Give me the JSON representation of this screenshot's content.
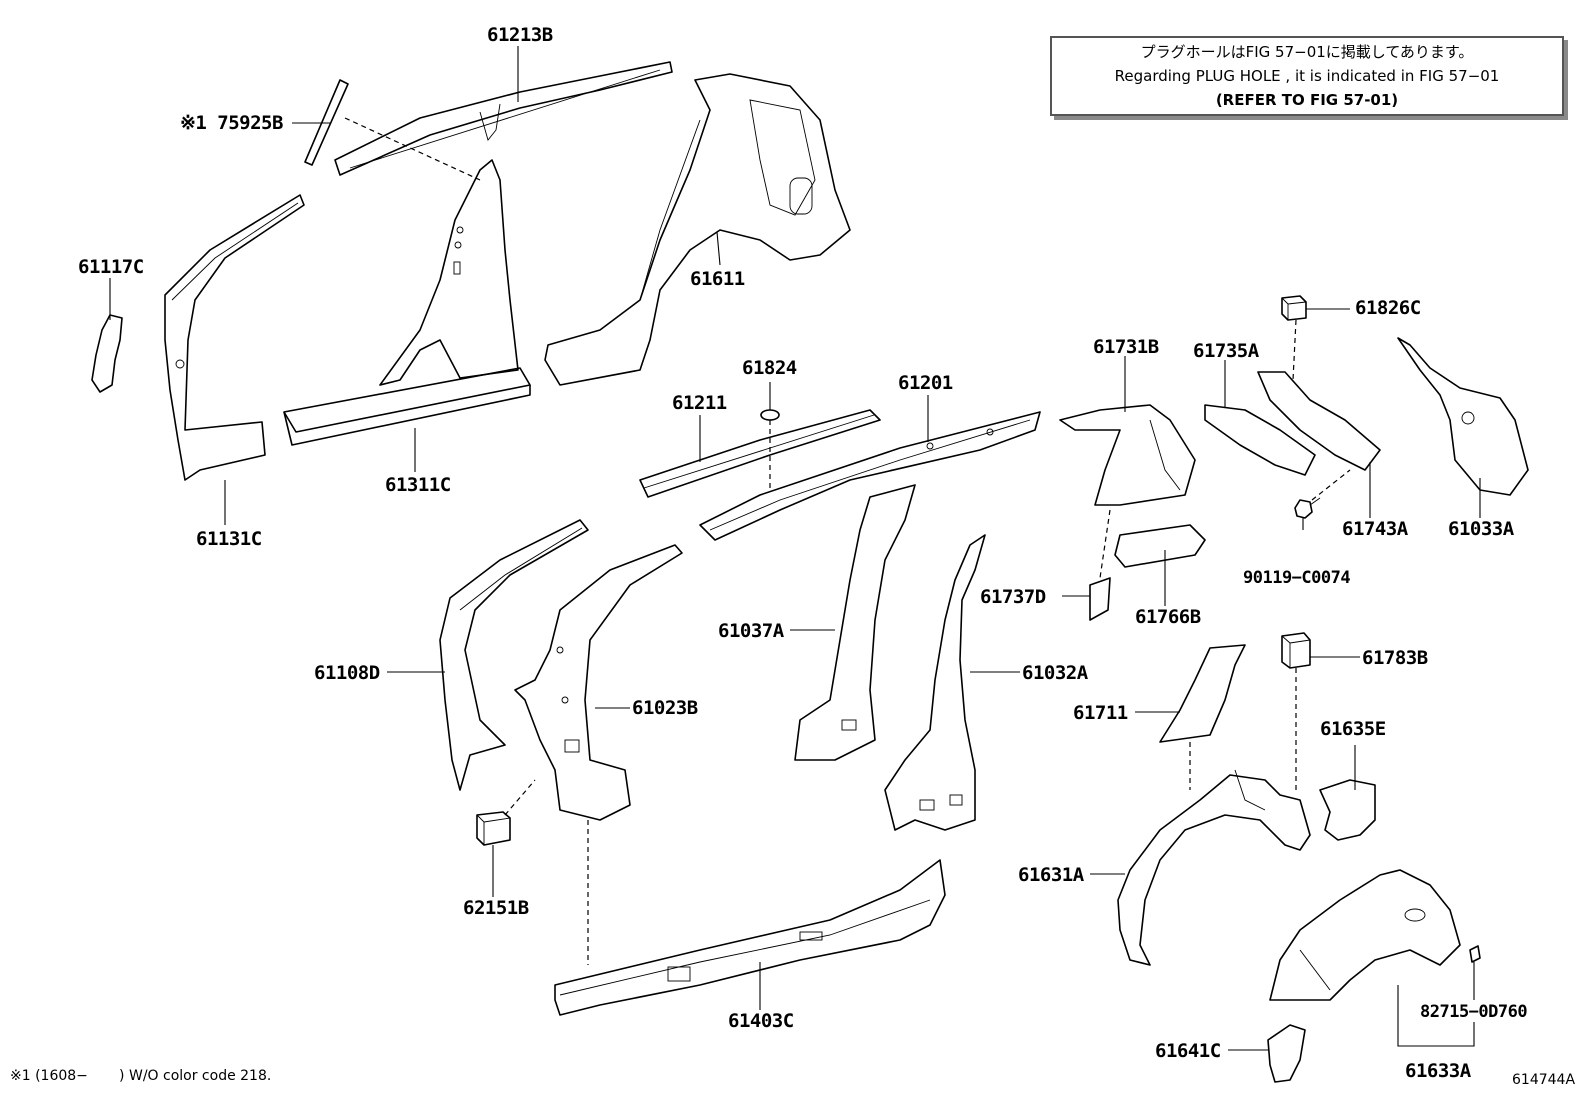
{
  "note": {
    "line1": "プラグホールはFIG 57−01に掲載してあります。",
    "line2": "Regarding PLUG HOLE , it is indicated in FIG 57−01",
    "line3": "(REFER TO FIG 57-01)"
  },
  "labels": {
    "p61213B": "61213B",
    "p75925B": "※1 75925B",
    "p61611": "61611",
    "p61117C": "61117C",
    "p61131C": "61131C",
    "p61311C": "61311C",
    "p61824": "61824",
    "p61211": "61211",
    "p61201": "61201",
    "p61731B": "61731B",
    "p61735A": "61735A",
    "p61826C": "61826C",
    "p61743A": "61743A",
    "p61033A": "61033A",
    "p90119": "90119−C0074",
    "p61737D": "61737D",
    "p61766B": "61766B",
    "p61108D": "61108D",
    "p61023B": "61023B",
    "p61037A": "61037A",
    "p61032A": "61032A",
    "p61783B": "61783B",
    "p61711": "61711",
    "p61635E": "61635E",
    "p62151B": "62151B",
    "p61631A": "61631A",
    "p61403C": "61403C",
    "p82715": "82715−0D760",
    "p61641C": "61641C",
    "p61633A": "61633A"
  },
  "footer": {
    "footnote": "※1 (1608−       ) W/O color code 218.",
    "figure_code": "614744A"
  }
}
